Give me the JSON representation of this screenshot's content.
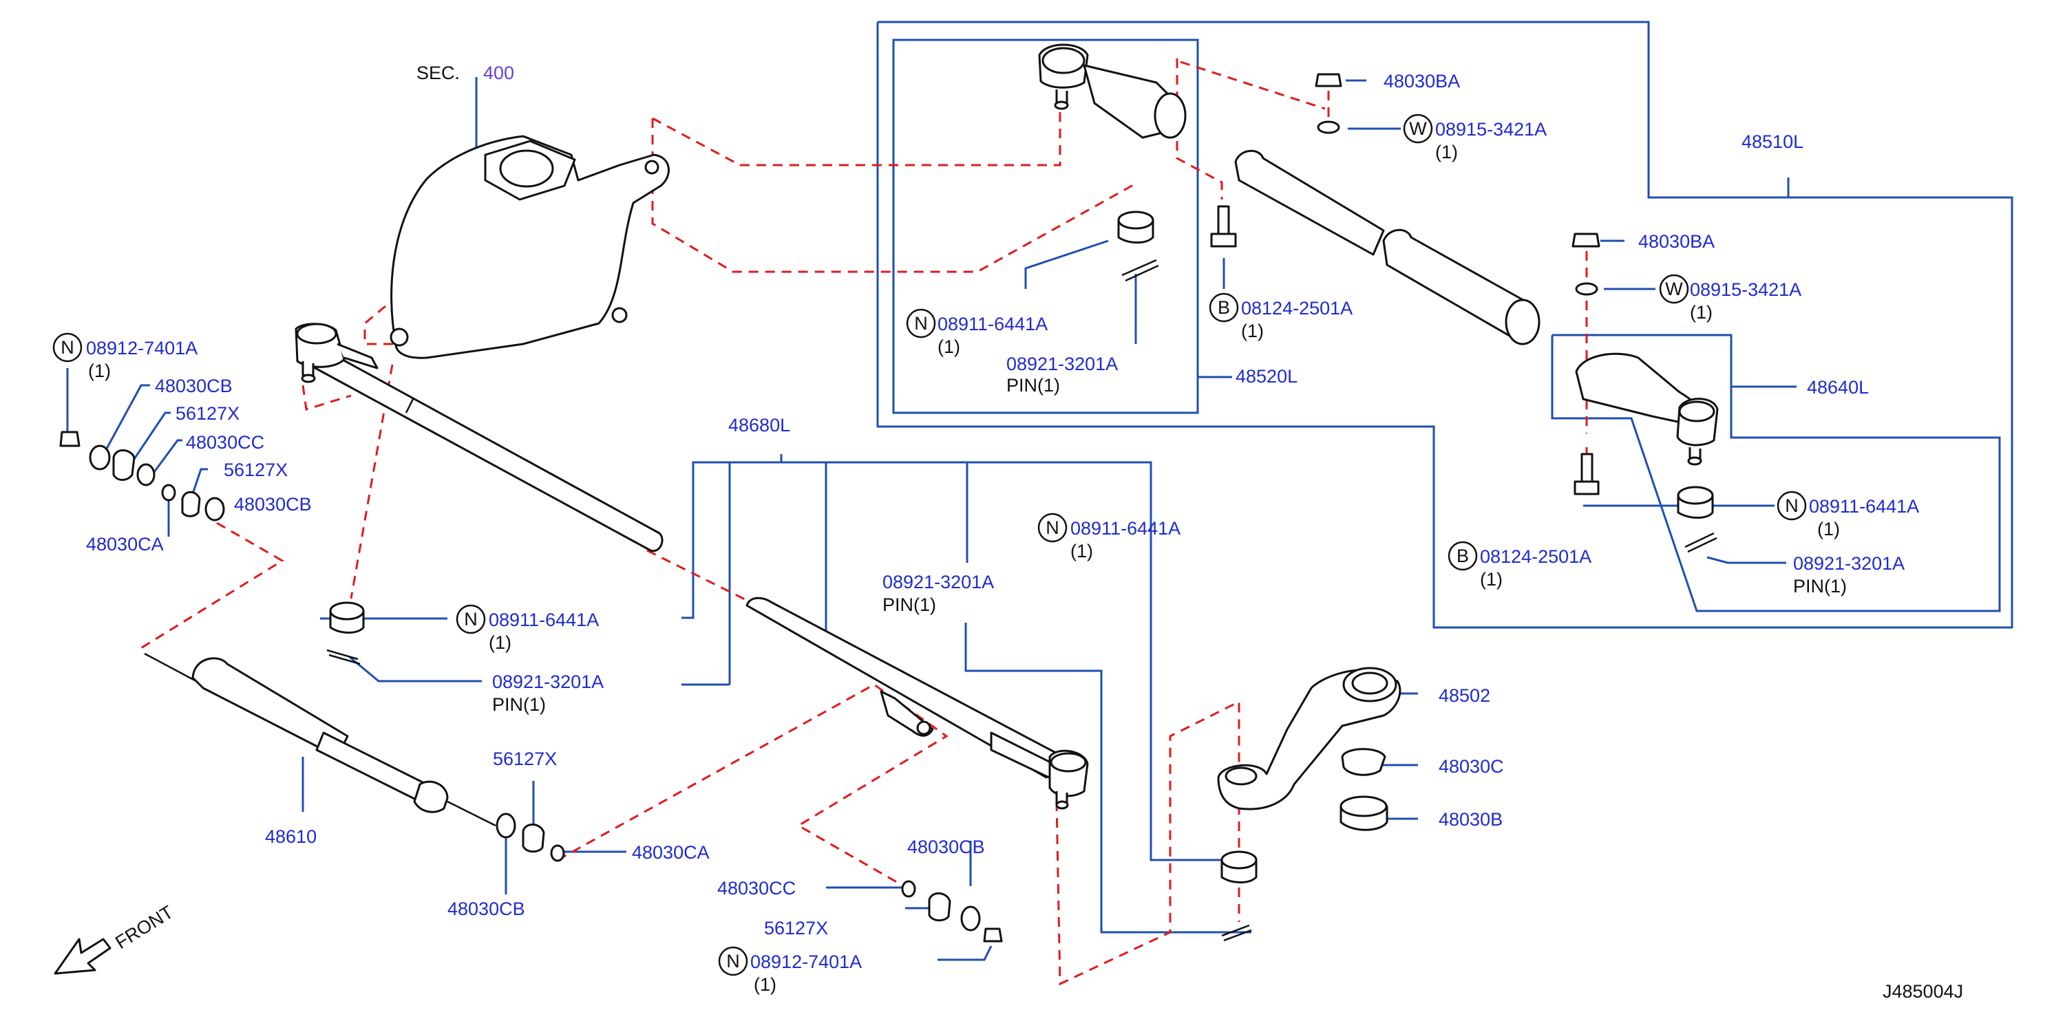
{
  "diagram_id": "J485004J",
  "section": {
    "prefix": "SEC.",
    "number": "400"
  },
  "front_label": "FRONT",
  "labels": {
    "l_48510L": "48510L",
    "l_48520L": "48520L",
    "l_48640L": "48640L",
    "l_48680L": "48680L",
    "l_48610": "48610",
    "l_48502": "48502",
    "l_48030C": "48030C",
    "l_48030B": "48030B",
    "l_48030BA_1": "48030BA",
    "l_48030BA_2": "48030BA",
    "l_08915_1": "08915-3421A",
    "l_08915_2": "08915-3421A",
    "l_08124_1": "08124-2501A",
    "l_08124_2": "08124-2501A",
    "l_08911_a": "08911-6441A",
    "l_08911_b": "08911-6441A",
    "l_08911_c": "08911-6441A",
    "l_08911_d": "08911-6441A",
    "l_08921_a": "08921-3201A",
    "l_08921_b": "08921-3201A",
    "l_08921_c": "08921-3201A",
    "l_08921_d": "08921-3201A",
    "l_08912_1": "08912-7401A",
    "l_08912_2": "08912-7401A",
    "l_48030CB_1": "48030CB",
    "l_48030CB_2": "48030CB",
    "l_48030CB_3": "48030CB",
    "l_48030CB_4": "48030CB",
    "l_48030CC_1": "48030CC",
    "l_48030CC_2": "48030CC",
    "l_48030CA_1": "48030CA",
    "l_48030CA_2": "48030CA",
    "l_56127X_1": "56127X",
    "l_56127X_2": "56127X",
    "l_56127X_3": "56127X",
    "l_56127X_4": "56127X"
  },
  "qty": "(1)",
  "pin_qty": "PIN(1)",
  "symbols": {
    "nut": "N",
    "washer": "W",
    "bolt": "B"
  }
}
